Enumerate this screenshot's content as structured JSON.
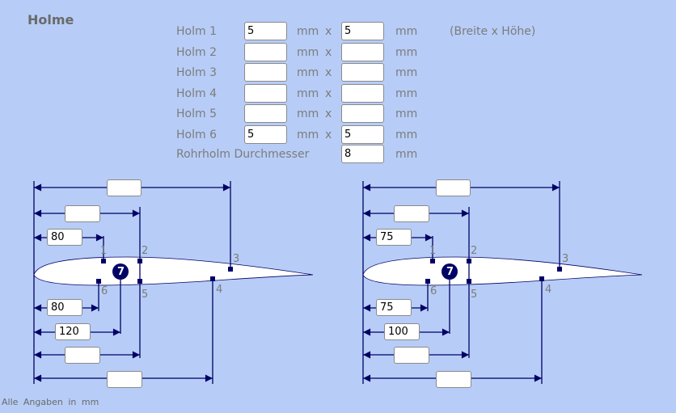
{
  "title": "Holme",
  "rows": [
    {
      "label": "Holm 1",
      "width": "5",
      "height": "5"
    },
    {
      "label": "Holm 2",
      "width": "",
      "height": ""
    },
    {
      "label": "Holm 3",
      "width": "",
      "height": ""
    },
    {
      "label": "Holm 4",
      "width": "",
      "height": ""
    },
    {
      "label": "Holm 5",
      "width": "",
      "height": ""
    },
    {
      "label": "Holm 6",
      "width": "5",
      "height": "5"
    }
  ],
  "unit": "mm",
  "times": "x",
  "hint": "(Breite x Höhe)",
  "tube": {
    "label": "Rohrholm Durchmesser",
    "value": "8"
  },
  "diagrams": [
    {
      "dims": [
        "",
        "",
        "80",
        "80",
        "120",
        "",
        ""
      ],
      "markers": [
        "1",
        "2",
        "3",
        "4",
        "5",
        "6",
        "7"
      ]
    },
    {
      "dims": [
        "",
        "",
        "75",
        "75",
        "100",
        "",
        ""
      ],
      "markers": [
        "1",
        "2",
        "3",
        "4",
        "5",
        "6",
        "7"
      ]
    }
  ],
  "footer": "Alle Angaben in mm"
}
